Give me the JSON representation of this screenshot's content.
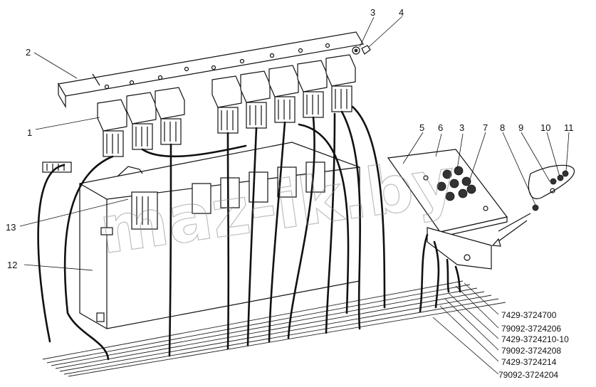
{
  "callouts": {
    "c1": "1",
    "c2": "2",
    "c3a": "3",
    "c4": "4",
    "c5": "5",
    "c6": "6",
    "c3b": "3",
    "c7": "7",
    "c8": "8",
    "c9": "9",
    "c10": "10",
    "c11": "11",
    "c12": "12",
    "c13": "13"
  },
  "part_numbers": [
    "7429-3724700",
    "79092-3724206",
    "7429-3724210-10",
    "79092-3724208",
    "7429-3724214",
    "79092-3724204"
  ],
  "watermark": "maz-ik.by"
}
